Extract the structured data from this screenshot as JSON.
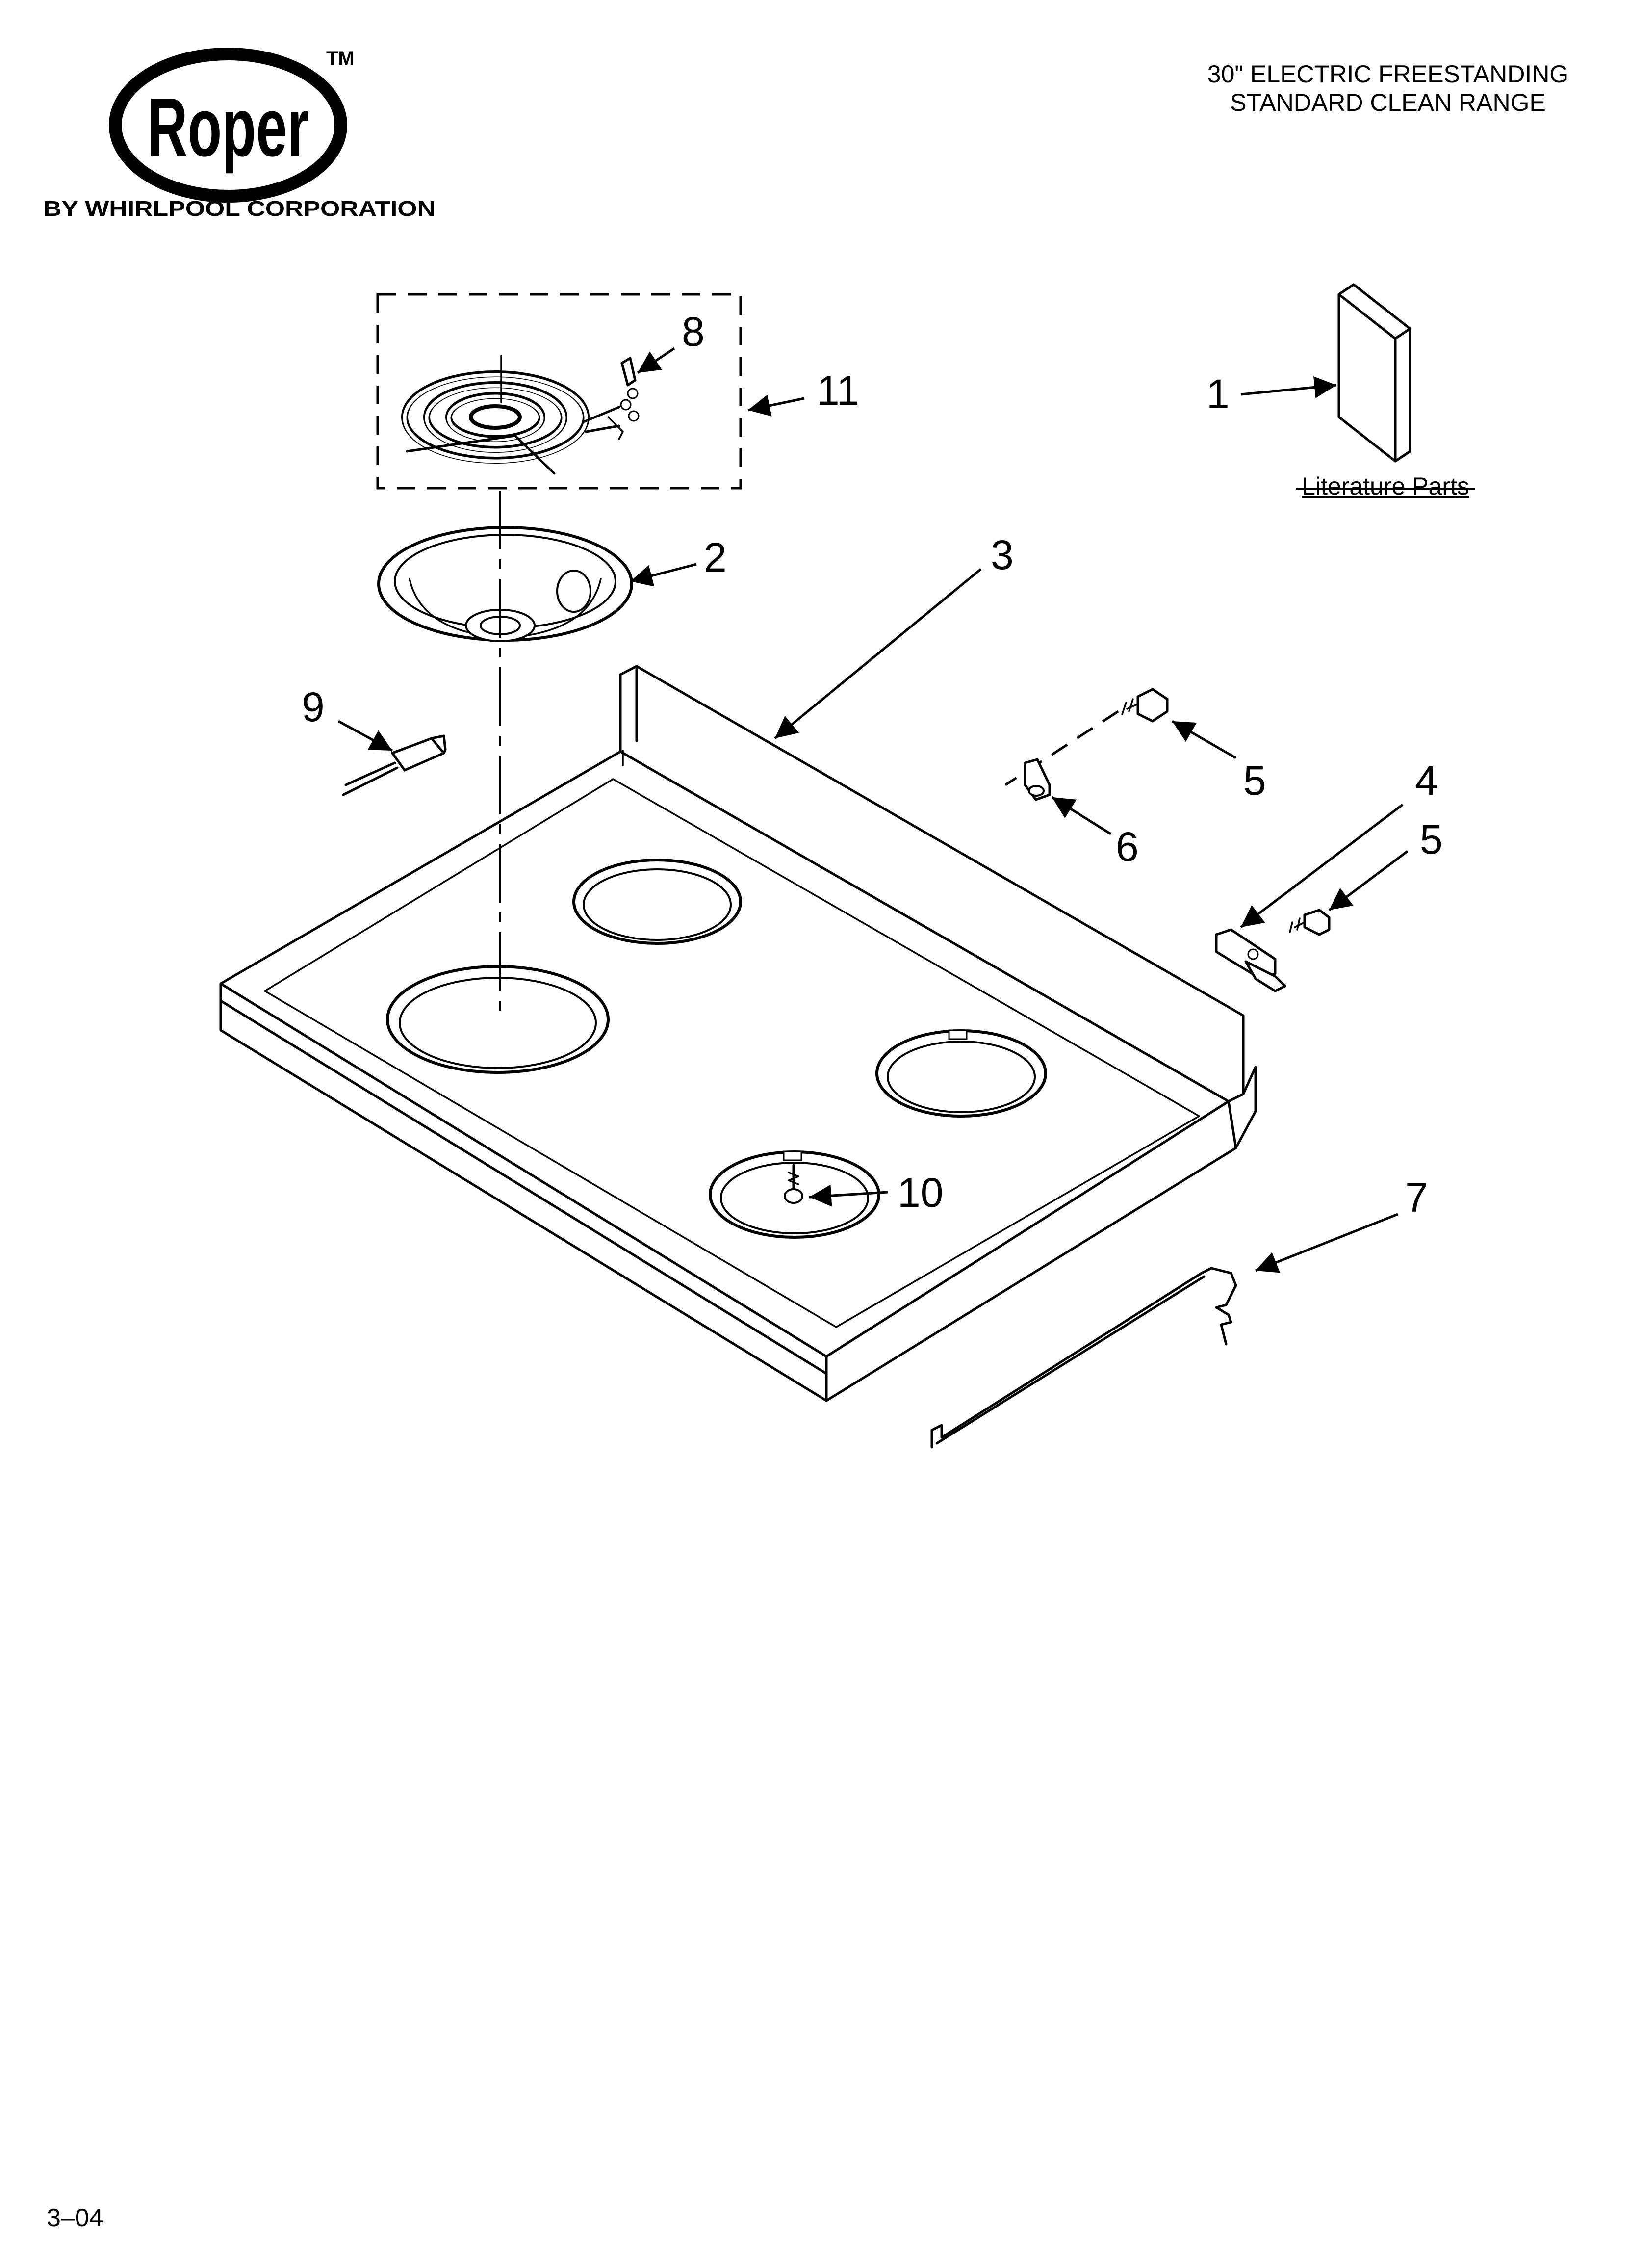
{
  "brand": {
    "logo_text": "Roper",
    "trademark": "TM",
    "byline": "BY WHIRLPOOL CORPORATION"
  },
  "title": {
    "line1": "30\" ELECTRIC FREESTANDING",
    "line2": "STANDARD CLEAN RANGE"
  },
  "literature_label": "Literature Parts",
  "footer": "3–04",
  "callouts": {
    "c1": "1",
    "c2": "2",
    "c3": "3",
    "c4": "4",
    "c5a": "5",
    "c5b": "5",
    "c6": "6",
    "c7": "7",
    "c8": "8",
    "c9": "9",
    "c10": "10",
    "c11": "11"
  }
}
